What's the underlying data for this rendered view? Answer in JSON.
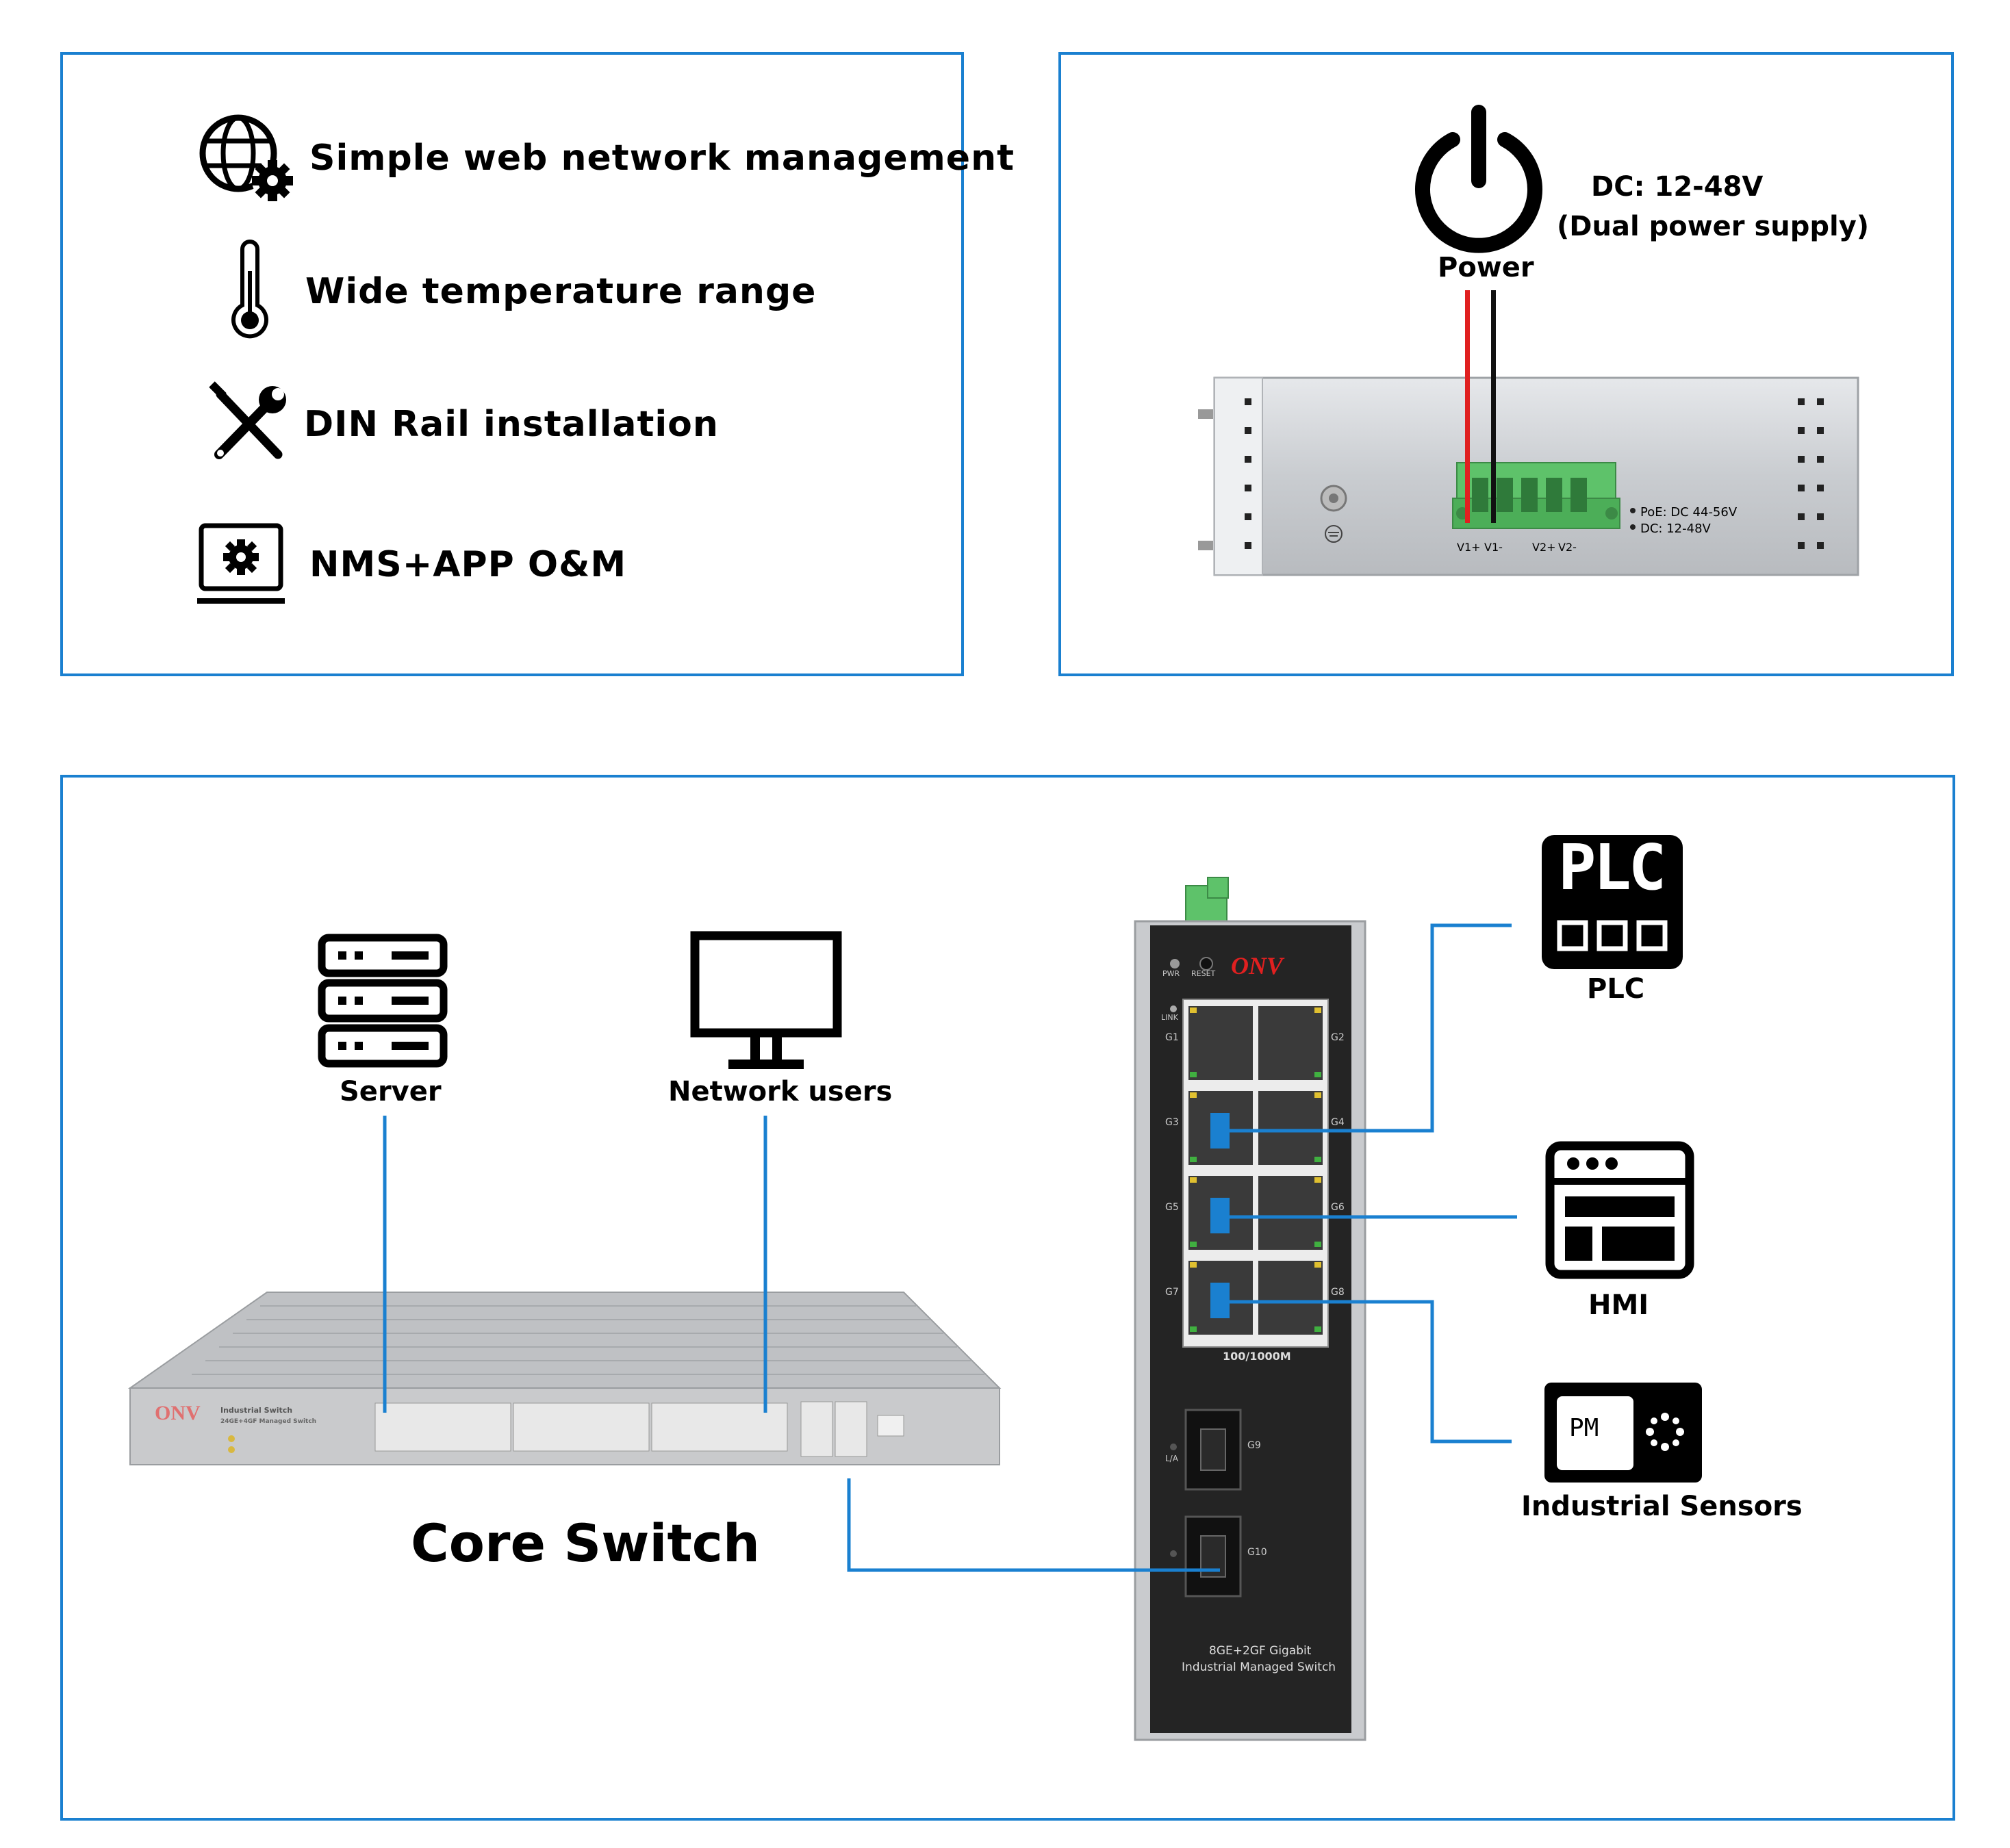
{
  "features": [
    {
      "icon": "globe-gear-icon",
      "label": "Simple web network management"
    },
    {
      "icon": "thermometer-icon",
      "label": "Wide temperature range"
    },
    {
      "icon": "tools-icon",
      "label": "DIN Rail installation"
    },
    {
      "icon": "monitor-gear-icon",
      "label": "NMS+APP O&M"
    }
  ],
  "power": {
    "label": "Power",
    "dc": "DC: 12-48V",
    "dual": "(Dual power supply)",
    "terminals": [
      "V1+",
      "V1-",
      "V2+",
      "V2-"
    ],
    "spec_poe": "PoE: DC 44-56V",
    "spec_dc": "DC: 12-48V"
  },
  "network": {
    "server_label": "Server",
    "users_label": "Network users",
    "core_label": "Core Switch",
    "core_brand": "ONV",
    "core_model_1": "Industrial Switch",
    "core_model_2": "24GE+4GF Managed Switch",
    "din": {
      "brand": "ONV",
      "pwr": "PWR",
      "reset": "RESET",
      "link": "LINK",
      "ports": [
        "G1",
        "G2",
        "G3",
        "G4",
        "G5",
        "G6",
        "G7",
        "G8"
      ],
      "speed": "100/1000M",
      "fiber": [
        "G9",
        "G10"
      ],
      "la": "L/A",
      "model_1": "8GE+2GF Gigabit",
      "model_2": "Industrial Managed Switch"
    },
    "devices": {
      "plc": "PLC",
      "plc_icon_text": "PLC",
      "hmi": "HMI",
      "sensors": "Industrial Sensors",
      "sensor_icon_text": "PM"
    }
  },
  "colors": {
    "frame": "#1a80d0",
    "link": "#1a80d0",
    "terminal_green": "#5ec26a",
    "wire_red": "#e02020",
    "wire_black": "#111111"
  }
}
